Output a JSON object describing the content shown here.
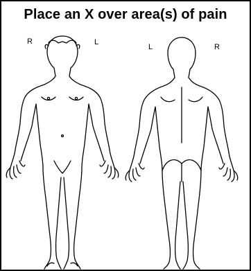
{
  "title": "Place an X over area(s) of pain",
  "front": {
    "right_label": "R",
    "left_label": "L"
  },
  "back": {
    "left_label": "L",
    "right_label": "R"
  }
}
